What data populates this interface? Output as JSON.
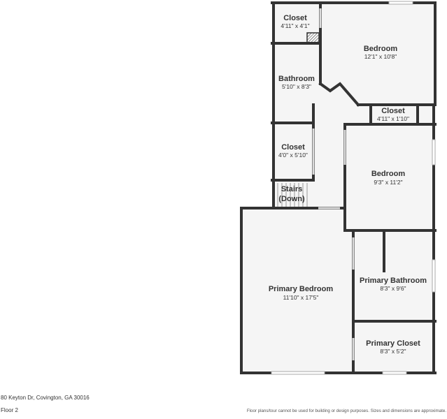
{
  "colors": {
    "wall": "#333333",
    "floor": "#f5f5f5",
    "window": "#bbbbbb",
    "background": "#ffffff"
  },
  "rooms": {
    "closet_top": {
      "name": "Closet",
      "dims": "4'11\" x 4'1\""
    },
    "bedroom_top": {
      "name": "Bedroom",
      "dims": "12'1\" x 10'8\""
    },
    "bathroom": {
      "name": "Bathroom",
      "dims": "5'10\" x 8'3\""
    },
    "closet_small": {
      "name": "Closet",
      "dims": "4'11\" x 1'10\""
    },
    "closet_mid": {
      "name": "Closet",
      "dims": "4'0\" x 5'10\""
    },
    "bedroom_mid": {
      "name": "Bedroom",
      "dims": "9'3\" x 11'2\""
    },
    "stairs": {
      "line1": "Stairs",
      "line2": "(Down)"
    },
    "primary_bedroom": {
      "name": "Primary Bedroom",
      "dims": "11'10\" x 17'5\""
    },
    "primary_bathroom": {
      "name": "Primary Bathroom",
      "dims": "8'3\" x 9'6\""
    },
    "primary_closet": {
      "name": "Primary Closet",
      "dims": "8'3\" x 5'2\""
    }
  },
  "footer": {
    "address": "80 Keyton Dr, Covington, GA 30016",
    "floor": "Floor 2",
    "disclaimer": "Floor plans/tour cannot be used for building or design purposes. Sizes and dimensions are approximate."
  }
}
